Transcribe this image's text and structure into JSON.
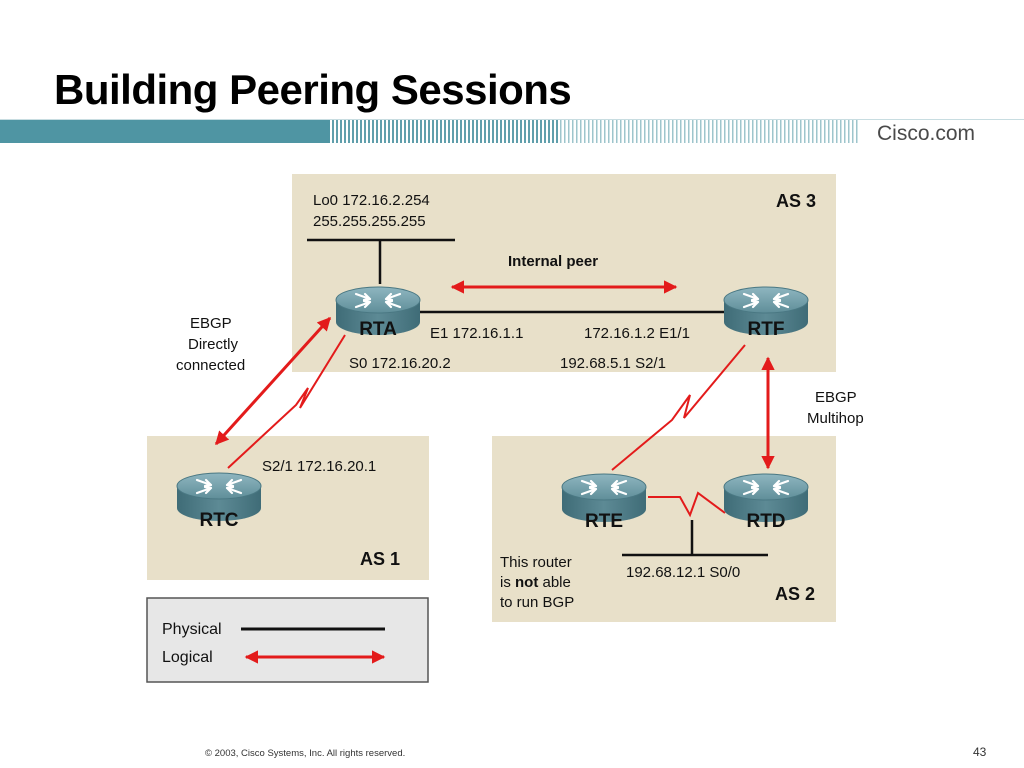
{
  "slide": {
    "title": "Building Peering Sessions",
    "brand": "Cisco.com",
    "copyright": "© 2003, Cisco Systems, Inc. All rights reserved.",
    "page_number": "43"
  },
  "colors": {
    "header_teal": "#4f95a3",
    "as_box": "#e8e0c9",
    "router_body": "#5d8a95",
    "logical_arrow": "#e31b1b",
    "physical_line": "#111111",
    "legend_box": "#e7e7e7"
  },
  "diagram": {
    "areas": {
      "as3": "AS 3",
      "as1": "AS 1",
      "as2": "AS 2"
    },
    "routers": {
      "rta": "RTA",
      "rtf": "RTF",
      "rtc": "RTC",
      "rte": "RTE",
      "rtd": "RTD"
    },
    "labels": {
      "lo0_addr": "Lo0 172.16.2.254",
      "lo0_mask": "255.255.255.255",
      "internal_peer": "Internal peer",
      "rta_e1": "E1 172.16.1.1",
      "rtf_e1": "172.16.1.2 E1/1",
      "rta_s0": "S0 172.16.20.2",
      "rtf_s2": "192.68.5.1 S2/1",
      "ebgp_direct_1": "EBGP",
      "ebgp_direct_2": "Directly",
      "ebgp_direct_3": "connected",
      "ebgp_multi_1": "EBGP",
      "ebgp_multi_2": "Multihop",
      "rtc_s2": "S2/1 172.16.20.1",
      "rte_note_1": "This router",
      "rte_note_2a": "is ",
      "rte_note_2b": "not",
      "rte_note_2c": " able",
      "rte_note_3": "to run BGP",
      "rtd_s0": "192.68.12.1 S0/0"
    },
    "legend": {
      "physical": "Physical",
      "logical": "Logical"
    }
  }
}
